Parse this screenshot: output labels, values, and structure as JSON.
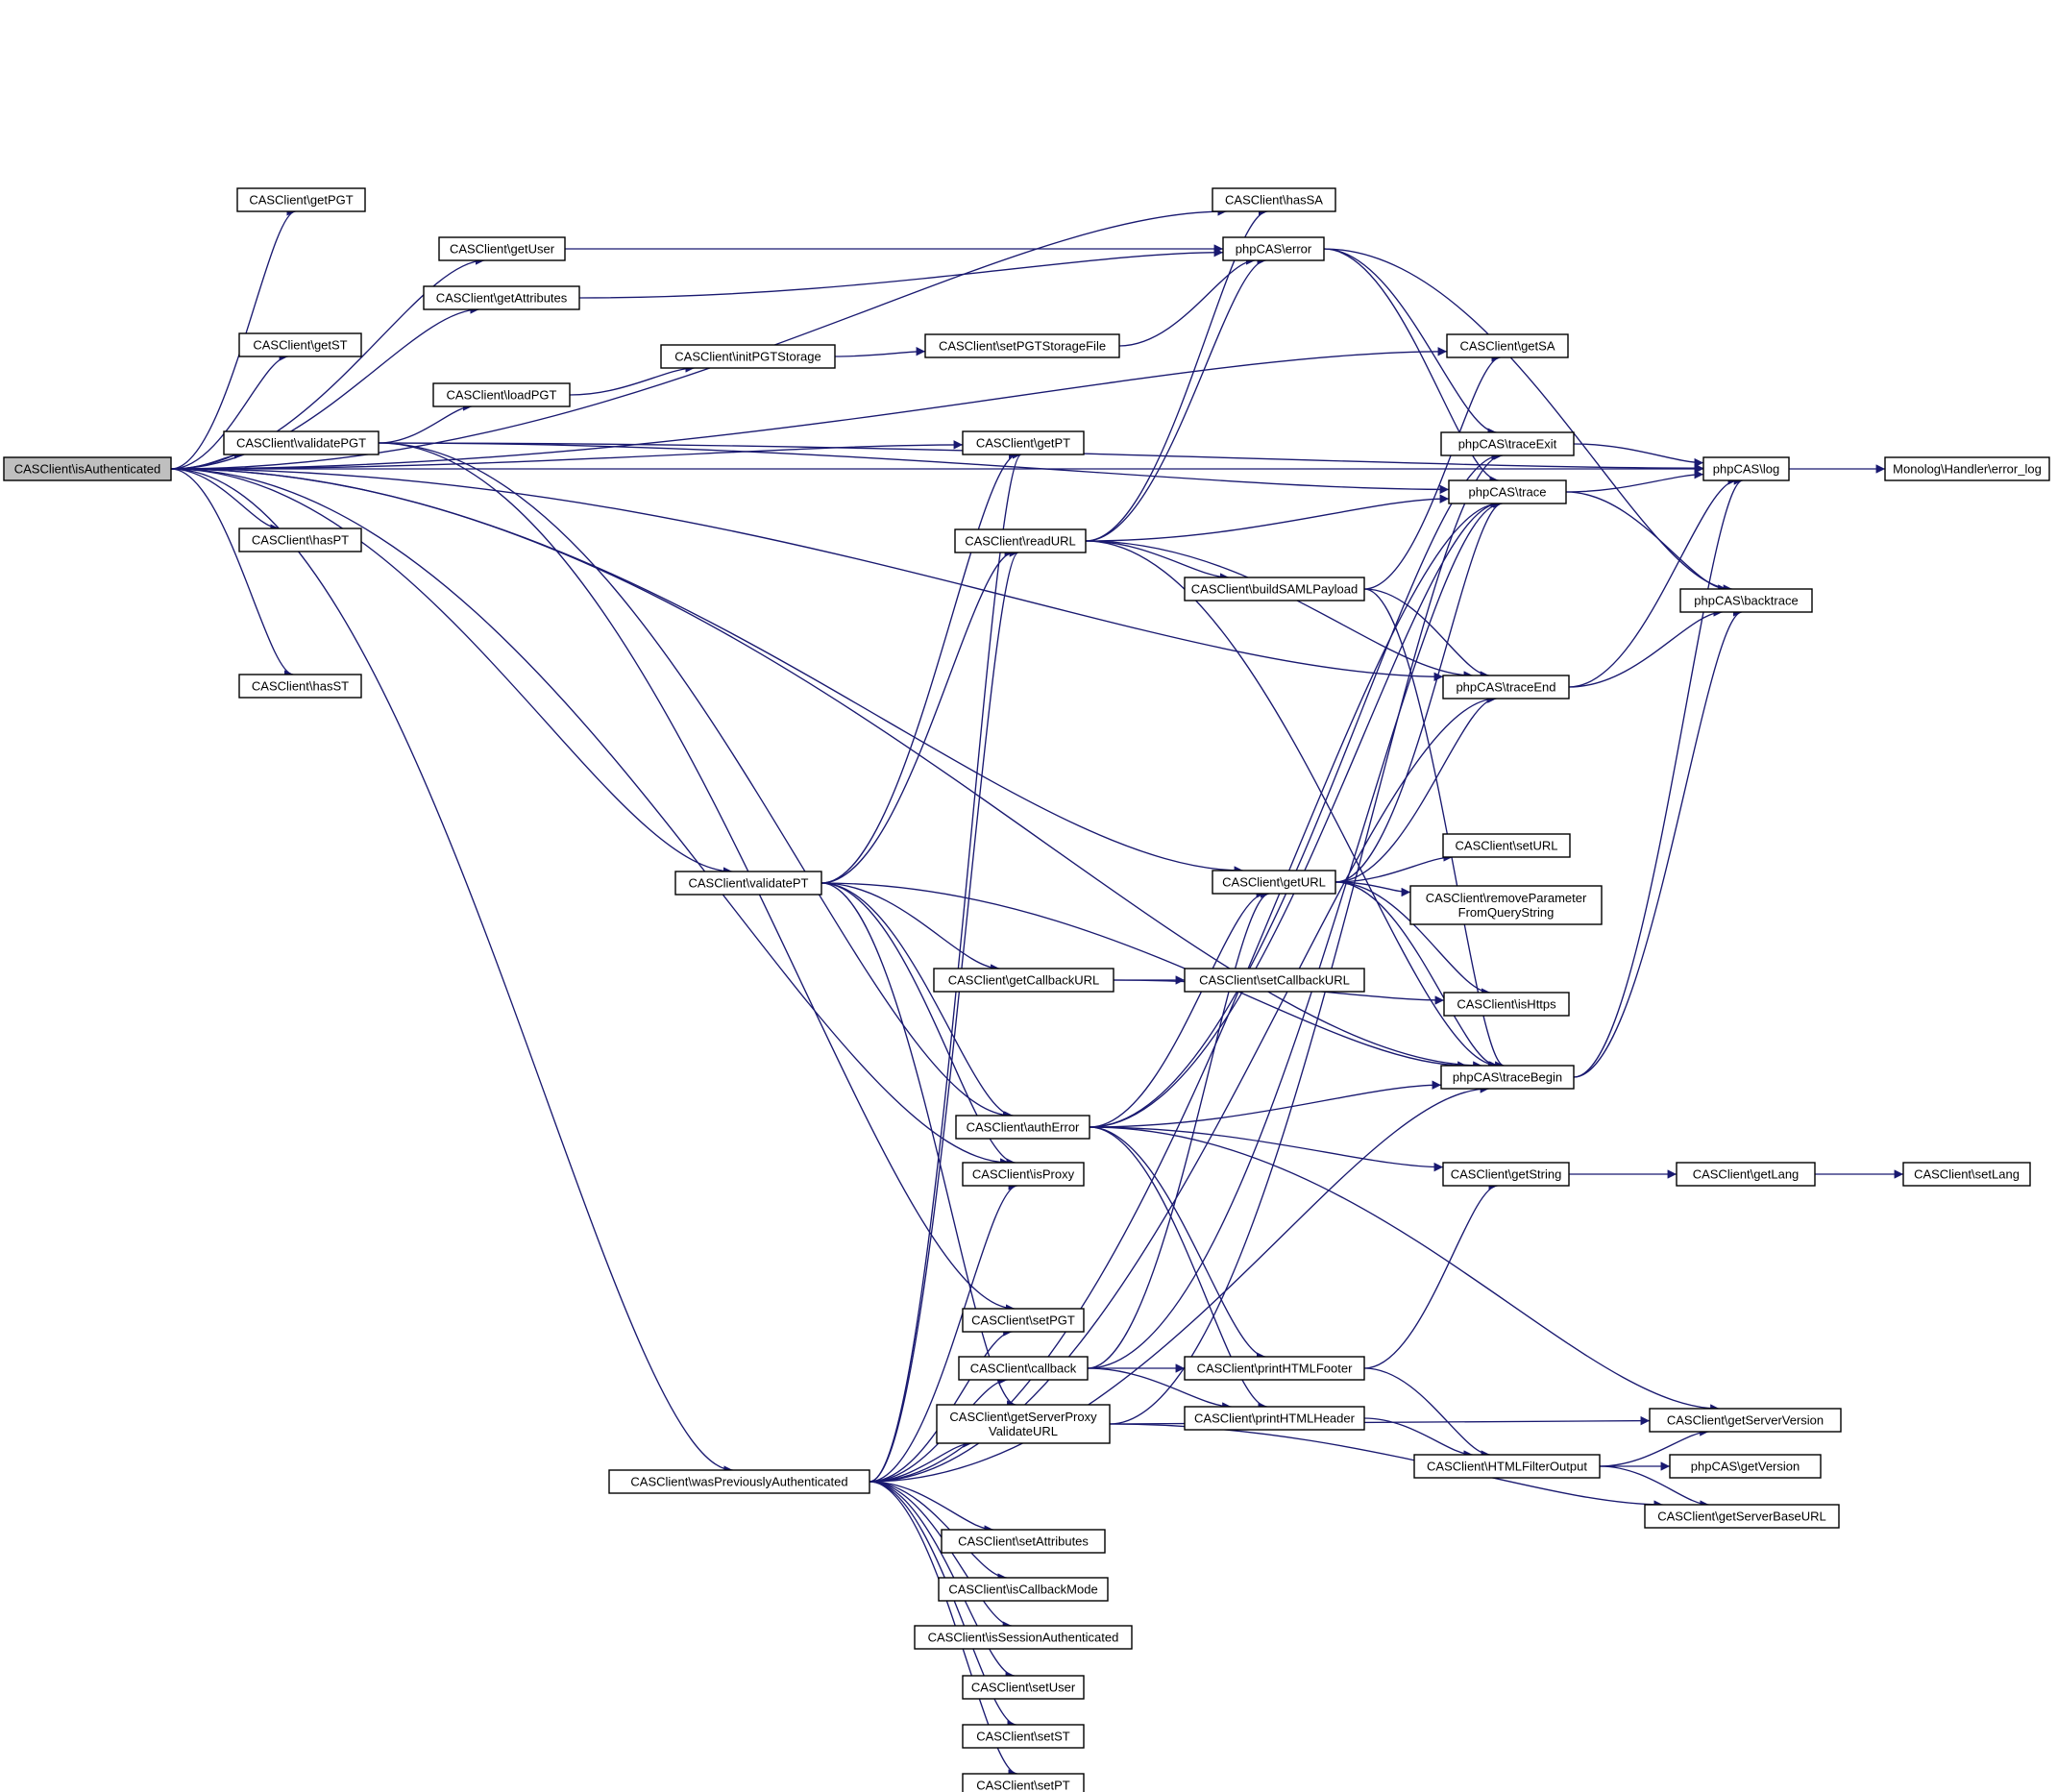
{
  "graph": {
    "root": "CASClient\\isAuthenticated",
    "nodes": [
      {
        "id": "isAuthenticated",
        "lines": [
          "CASClient\\isAuthenticated"
        ]
      },
      {
        "id": "getPGT",
        "lines": [
          "CASClient\\getPGT"
        ]
      },
      {
        "id": "getUser",
        "lines": [
          "CASClient\\getUser"
        ]
      },
      {
        "id": "getAttributes",
        "lines": [
          "CASClient\\getAttributes"
        ]
      },
      {
        "id": "getST",
        "lines": [
          "CASClient\\getST"
        ]
      },
      {
        "id": "loadPGT",
        "lines": [
          "CASClient\\loadPGT"
        ]
      },
      {
        "id": "validatePGT",
        "lines": [
          "CASClient\\validatePGT"
        ]
      },
      {
        "id": "hasPT",
        "lines": [
          "CASClient\\hasPT"
        ]
      },
      {
        "id": "hasST",
        "lines": [
          "CASClient\\hasST"
        ]
      },
      {
        "id": "initPGTStorage",
        "lines": [
          "CASClient\\initPGTStorage"
        ]
      },
      {
        "id": "setPGTStorageFile",
        "lines": [
          "CASClient\\setPGTStorageFile"
        ]
      },
      {
        "id": "hasSA",
        "lines": [
          "CASClient\\hasSA"
        ]
      },
      {
        "id": "error",
        "lines": [
          "phpCAS\\error"
        ]
      },
      {
        "id": "getSA",
        "lines": [
          "CASClient\\getSA"
        ]
      },
      {
        "id": "getPT",
        "lines": [
          "CASClient\\getPT"
        ]
      },
      {
        "id": "traceExit",
        "lines": [
          "phpCAS\\traceExit"
        ]
      },
      {
        "id": "trace",
        "lines": [
          "phpCAS\\trace"
        ]
      },
      {
        "id": "log",
        "lines": [
          "phpCAS\\log"
        ]
      },
      {
        "id": "error_log",
        "lines": [
          "Monolog\\Handler\\error_log"
        ]
      },
      {
        "id": "readURL",
        "lines": [
          "CASClient\\readURL"
        ]
      },
      {
        "id": "buildSAMLPayload",
        "lines": [
          "CASClient\\buildSAMLPayload"
        ]
      },
      {
        "id": "backtrace",
        "lines": [
          "phpCAS\\backtrace"
        ]
      },
      {
        "id": "traceEnd",
        "lines": [
          "phpCAS\\traceEnd"
        ]
      },
      {
        "id": "setURL",
        "lines": [
          "CASClient\\setURL"
        ]
      },
      {
        "id": "validatePT",
        "lines": [
          "CASClient\\validatePT"
        ]
      },
      {
        "id": "getURL",
        "lines": [
          "CASClient\\getURL"
        ]
      },
      {
        "id": "removeParameterFromQueryString",
        "lines": [
          "CASClient\\removeParameter",
          "FromQueryString"
        ]
      },
      {
        "id": "getCallbackURL",
        "lines": [
          "CASClient\\getCallbackURL"
        ]
      },
      {
        "id": "setCallbackURL",
        "lines": [
          "CASClient\\setCallbackURL"
        ]
      },
      {
        "id": "isHttps",
        "lines": [
          "CASClient\\isHttps"
        ]
      },
      {
        "id": "traceBegin",
        "lines": [
          "phpCAS\\traceBegin"
        ]
      },
      {
        "id": "authError",
        "lines": [
          "CASClient\\authError"
        ]
      },
      {
        "id": "isProxy",
        "lines": [
          "CASClient\\isProxy"
        ]
      },
      {
        "id": "getString",
        "lines": [
          "CASClient\\getString"
        ]
      },
      {
        "id": "getLang",
        "lines": [
          "CASClient\\getLang"
        ]
      },
      {
        "id": "setLang",
        "lines": [
          "CASClient\\setLang"
        ]
      },
      {
        "id": "setPGT",
        "lines": [
          "CASClient\\setPGT"
        ]
      },
      {
        "id": "callback",
        "lines": [
          "CASClient\\callback"
        ]
      },
      {
        "id": "printHTMLFooter",
        "lines": [
          "CASClient\\printHTMLFooter"
        ]
      },
      {
        "id": "getServerProxyValidateURL",
        "lines": [
          "CASClient\\getServerProxy",
          "ValidateURL"
        ]
      },
      {
        "id": "printHTMLHeader",
        "lines": [
          "CASClient\\printHTMLHeader"
        ]
      },
      {
        "id": "getServerVersion",
        "lines": [
          "CASClient\\getServerVersion"
        ]
      },
      {
        "id": "HTMLFilterOutput",
        "lines": [
          "CASClient\\HTMLFilterOutput"
        ]
      },
      {
        "id": "getVersion",
        "lines": [
          "phpCAS\\getVersion"
        ]
      },
      {
        "id": "wasPreviouslyAuthenticated",
        "lines": [
          "CASClient\\wasPreviouslyAuthenticated"
        ]
      },
      {
        "id": "getServerBaseURL",
        "lines": [
          "CASClient\\getServerBaseURL"
        ]
      },
      {
        "id": "setAttributes",
        "lines": [
          "CASClient\\setAttributes"
        ]
      },
      {
        "id": "isCallbackMode",
        "lines": [
          "CASClient\\isCallbackMode"
        ]
      },
      {
        "id": "isSessionAuthenticated",
        "lines": [
          "CASClient\\isSessionAuthenticated"
        ]
      },
      {
        "id": "setUser",
        "lines": [
          "CASClient\\setUser"
        ]
      },
      {
        "id": "setST",
        "lines": [
          "CASClient\\setST"
        ]
      },
      {
        "id": "setPT",
        "lines": [
          "CASClient\\setPT"
        ]
      }
    ],
    "edges": [
      [
        "isAuthenticated",
        "getPGT"
      ],
      [
        "isAuthenticated",
        "getUser"
      ],
      [
        "isAuthenticated",
        "getAttributes"
      ],
      [
        "isAuthenticated",
        "getST"
      ],
      [
        "isAuthenticated",
        "validatePGT"
      ],
      [
        "isAuthenticated",
        "hasPT"
      ],
      [
        "isAuthenticated",
        "hasST"
      ],
      [
        "isAuthenticated",
        "hasSA"
      ],
      [
        "isAuthenticated",
        "getSA"
      ],
      [
        "isAuthenticated",
        "getPT"
      ],
      [
        "isAuthenticated",
        "log"
      ],
      [
        "isAuthenticated",
        "traceEnd"
      ],
      [
        "isAuthenticated",
        "getURL"
      ],
      [
        "isAuthenticated",
        "validatePT"
      ],
      [
        "isAuthenticated",
        "isProxy"
      ],
      [
        "isAuthenticated",
        "traceBegin"
      ],
      [
        "isAuthenticated",
        "wasPreviouslyAuthenticated"
      ],
      [
        "getUser",
        "error"
      ],
      [
        "getAttributes",
        "error"
      ],
      [
        "validatePGT",
        "loadPGT"
      ],
      [
        "validatePGT",
        "trace"
      ],
      [
        "validatePGT",
        "log"
      ],
      [
        "validatePGT",
        "authError"
      ],
      [
        "validatePGT",
        "setPGT"
      ],
      [
        "loadPGT",
        "initPGTStorage"
      ],
      [
        "initPGTStorage",
        "setPGTStorageFile"
      ],
      [
        "setPGTStorageFile",
        "error"
      ],
      [
        "error",
        "trace"
      ],
      [
        "error",
        "traceExit"
      ],
      [
        "error",
        "backtrace"
      ],
      [
        "traceExit",
        "log"
      ],
      [
        "trace",
        "log"
      ],
      [
        "trace",
        "backtrace"
      ],
      [
        "log",
        "error_log"
      ],
      [
        "traceEnd",
        "log"
      ],
      [
        "traceEnd",
        "backtrace"
      ],
      [
        "traceBegin",
        "log"
      ],
      [
        "traceBegin",
        "backtrace"
      ],
      [
        "readURL",
        "hasSA"
      ],
      [
        "readURL",
        "error"
      ],
      [
        "readURL",
        "trace"
      ],
      [
        "readURL",
        "buildSAMLPayload"
      ],
      [
        "readURL",
        "traceEnd"
      ],
      [
        "readURL",
        "traceBegin"
      ],
      [
        "buildSAMLPayload",
        "getSA"
      ],
      [
        "buildSAMLPayload",
        "traceEnd"
      ],
      [
        "buildSAMLPayload",
        "traceBegin"
      ],
      [
        "validatePT",
        "getPT"
      ],
      [
        "validatePT",
        "readURL"
      ],
      [
        "validatePT",
        "getCallbackURL"
      ],
      [
        "validatePT",
        "traceBegin"
      ],
      [
        "validatePT",
        "authError"
      ],
      [
        "validatePT",
        "isProxy"
      ],
      [
        "validatePT",
        "getServerProxyValidateURL"
      ],
      [
        "getURL",
        "trace"
      ],
      [
        "getURL",
        "traceEnd"
      ],
      [
        "getURL",
        "setURL"
      ],
      [
        "getURL",
        "removeParameterFromQueryString"
      ],
      [
        "getURL",
        "isHttps"
      ],
      [
        "getURL",
        "traceBegin"
      ],
      [
        "getCallbackURL",
        "setCallbackURL"
      ],
      [
        "getCallbackURL",
        "isHttps"
      ],
      [
        "authError",
        "getURL"
      ],
      [
        "authError",
        "trace"
      ],
      [
        "authError",
        "traceExit"
      ],
      [
        "authError",
        "traceBegin"
      ],
      [
        "authError",
        "getString"
      ],
      [
        "authError",
        "printHTMLFooter"
      ],
      [
        "authError",
        "printHTMLHeader"
      ],
      [
        "authError",
        "getServerVersion"
      ],
      [
        "getString",
        "getLang"
      ],
      [
        "getLang",
        "setLang"
      ],
      [
        "callback",
        "getURL"
      ],
      [
        "callback",
        "trace"
      ],
      [
        "callback",
        "printHTMLFooter"
      ],
      [
        "callback",
        "printHTMLHeader"
      ],
      [
        "printHTMLFooter",
        "getString"
      ],
      [
        "printHTMLFooter",
        "HTMLFilterOutput"
      ],
      [
        "printHTMLHeader",
        "HTMLFilterOutput"
      ],
      [
        "getServerProxyValidateURL",
        "traceExit"
      ],
      [
        "getServerProxyValidateURL",
        "getServerVersion"
      ],
      [
        "getServerProxyValidateURL",
        "getServerBaseURL"
      ],
      [
        "HTMLFilterOutput",
        "getServerVersion"
      ],
      [
        "HTMLFilterOutput",
        "getVersion"
      ],
      [
        "HTMLFilterOutput",
        "getServerBaseURL"
      ],
      [
        "wasPreviouslyAuthenticated",
        "getPT"
      ],
      [
        "wasPreviouslyAuthenticated",
        "readURL"
      ],
      [
        "wasPreviouslyAuthenticated",
        "trace"
      ],
      [
        "wasPreviouslyAuthenticated",
        "traceEnd"
      ],
      [
        "wasPreviouslyAuthenticated",
        "isProxy"
      ],
      [
        "wasPreviouslyAuthenticated",
        "setPGT"
      ],
      [
        "wasPreviouslyAuthenticated",
        "callback"
      ],
      [
        "wasPreviouslyAuthenticated",
        "getServerProxyValidateURL"
      ],
      [
        "wasPreviouslyAuthenticated",
        "traceBegin"
      ],
      [
        "wasPreviouslyAuthenticated",
        "setAttributes"
      ],
      [
        "wasPreviouslyAuthenticated",
        "isCallbackMode"
      ],
      [
        "wasPreviouslyAuthenticated",
        "isSessionAuthenticated"
      ],
      [
        "wasPreviouslyAuthenticated",
        "setUser"
      ],
      [
        "wasPreviouslyAuthenticated",
        "setST"
      ],
      [
        "wasPreviouslyAuthenticated",
        "setPT"
      ]
    ]
  }
}
